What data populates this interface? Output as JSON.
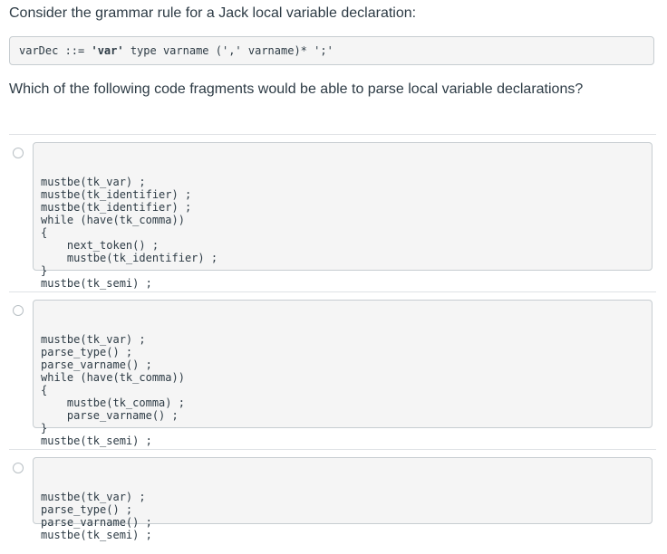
{
  "intro_text": "Consider the grammar rule for a Jack local variable declaration:",
  "grammar": {
    "prefix": "varDec ::= ",
    "keyword": "'var'",
    "rest": " type varname (',' varname)* ';'"
  },
  "question_text": "Which of the following code fragments would be able to parse local variable declarations?",
  "options": [
    {
      "lines": [
        "mustbe(tk_var) ;",
        "mustbe(tk_identifier) ;",
        "mustbe(tk_identifier) ;",
        "while (have(tk_comma))",
        "{",
        "    next_token() ;",
        "    mustbe(tk_identifier) ;",
        "}",
        "mustbe(tk_semi) ;"
      ]
    },
    {
      "lines": [
        "mustbe(tk_var) ;",
        "parse_type() ;",
        "parse_varname() ;",
        "while (have(tk_comma))",
        "{",
        "    mustbe(tk_comma) ;",
        "    parse_varname() ;",
        "}",
        "mustbe(tk_semi) ;"
      ]
    },
    {
      "lines": [
        "mustbe(tk_var) ;",
        "parse_type() ;",
        "parse_varname() ;",
        "mustbe(tk_semi) ;"
      ]
    }
  ]
}
